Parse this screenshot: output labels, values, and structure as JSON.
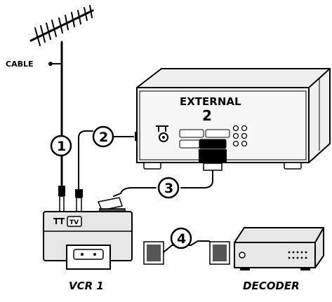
{
  "labels": {
    "cable": "CABLE",
    "external": "EXTERNAL",
    "external_number": "2",
    "vcr": "VCR 1",
    "decoder": "DECODER",
    "tv_badge": "TV"
  },
  "steps": [
    "1",
    "2",
    "3",
    "4"
  ],
  "colors": {
    "outline": "#000000",
    "device_fill": "#e6e6e6",
    "panel_fill": "#f2f2f2",
    "background": "#ffffff"
  }
}
